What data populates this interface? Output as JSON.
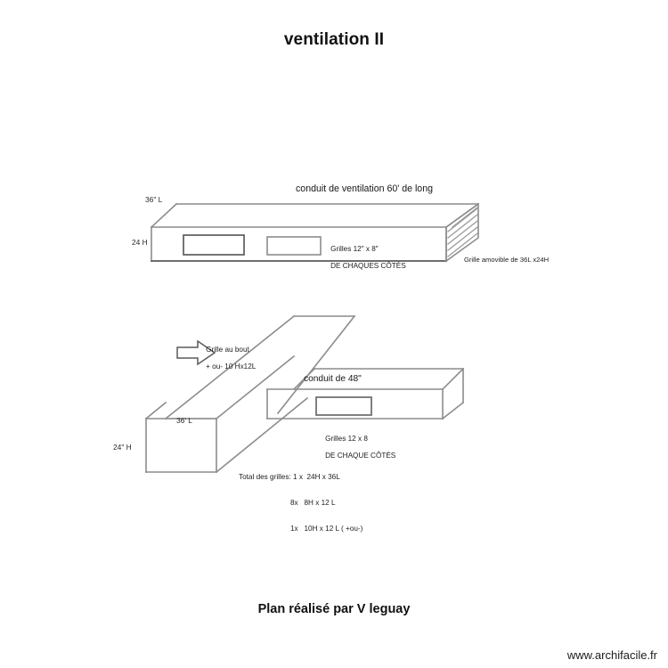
{
  "document": {
    "title": "ventilation II",
    "credit": "Plan réalisé par V leguay",
    "url": "www.archifacile.fr"
  },
  "colors": {
    "line": "#8c8c8c",
    "line_dark": "#4a4a4a",
    "text": "#1a1a1a",
    "background": "#ffffff"
  },
  "upper_diagram": {
    "name": "conduit de ventilation 60 pieds",
    "duct_label": "conduit de ventilation 60' de long",
    "width_label": "36\" L",
    "height_label": "24 H",
    "grille_label_line1": "Grilles 12\" x 8\"",
    "grille_label_line2": "DE CHAQUES CÔTÉS",
    "removable_grille_label": "Grille amovible de 36L x24H",
    "grille_openings": 2,
    "end_slat_count": 7
  },
  "lower_diagram": {
    "name": "conduit diagonal et conduit de 48 pouces",
    "arrow_note_line1": "Grille au bout",
    "arrow_note_line2": "+ ou- 10 Hx12L",
    "width_label": "36' L",
    "height_label": "24\" H",
    "branch_label": "conduit de 48\"",
    "grille_label_line1": "Grilles 12 x 8",
    "grille_label_line2": "DE CHAQUE CÔTÉS",
    "grille_openings": 1
  },
  "totals": {
    "heading": "Total des grilles:",
    "rows": [
      "1 x  24H x 36L",
      "8x   8H x 12 L",
      "1x   10H x 12 L ( +ou-)"
    ]
  }
}
